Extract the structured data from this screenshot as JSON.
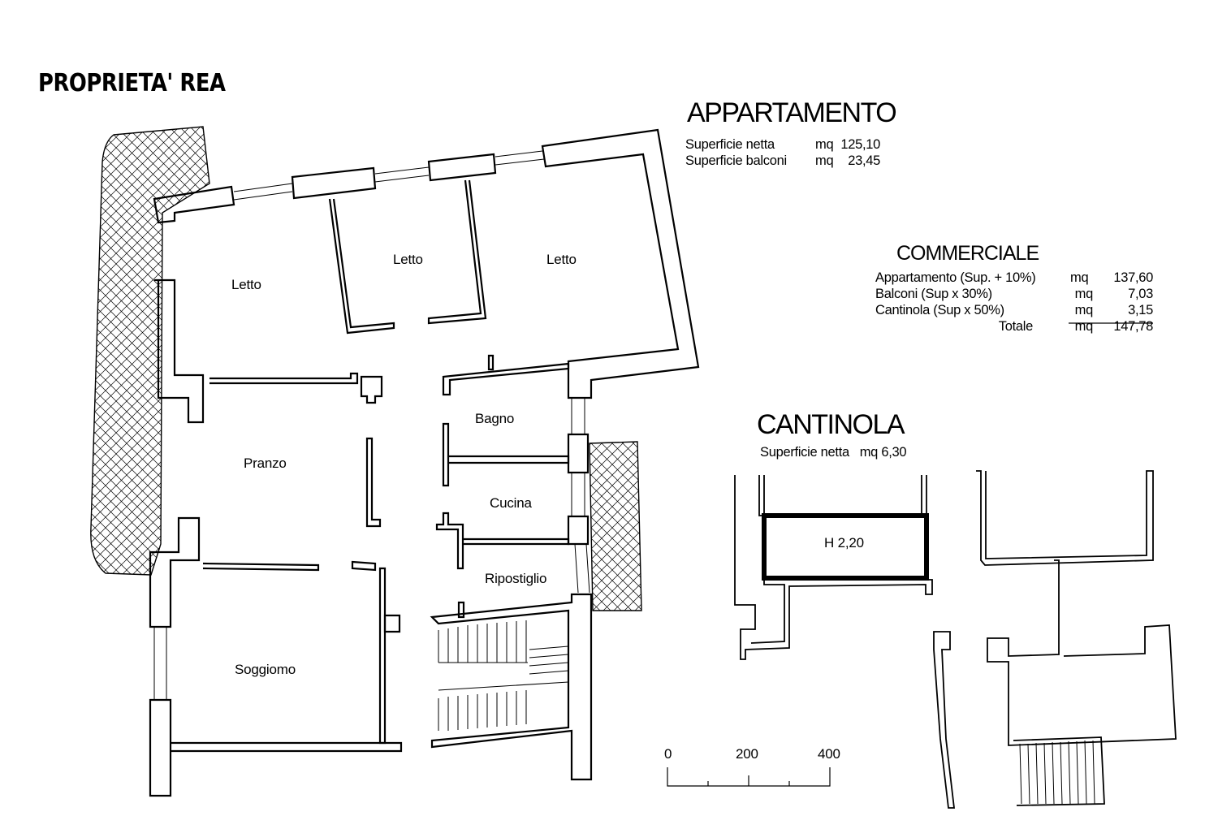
{
  "title": "PROPRIETA' REA",
  "appartamento": {
    "heading": "APPARTAMENTO",
    "rows": [
      {
        "label": "Superficie netta",
        "unit": "mq",
        "value": "125,10"
      },
      {
        "label": "Superficie balconi",
        "unit": "mq",
        "value": "23,45"
      }
    ]
  },
  "commerciale": {
    "heading": "COMMERCIALE",
    "rows": [
      {
        "label": "Appartamento (Sup. + 10%)",
        "unit": "mq",
        "value": "137,60"
      },
      {
        "label": "Balconi (Sup x 30%)",
        "unit": "mq",
        "value": "7,03"
      },
      {
        "label": "Cantinola (Sup x 50%)",
        "unit": "mq",
        "value": "3,15"
      }
    ],
    "total": {
      "label": "Totale",
      "unit": "mq",
      "value": "147,78"
    }
  },
  "cantinola": {
    "heading": "CANTINOLA",
    "row": {
      "label": "Superficie netta",
      "unit": "mq",
      "value": "6,30"
    },
    "height_label": "H 2,20"
  },
  "rooms": {
    "letto_1": "Letto",
    "letto_2": "Letto",
    "letto_3": "Letto",
    "pranzo": "Pranzo",
    "bagno": "Bagno",
    "cucina": "Cucina",
    "ripostiglio": "Ripostiglio",
    "soggiorno": "Soggiomo"
  },
  "scale_bar": {
    "ticks": [
      "0",
      "200",
      "400"
    ]
  }
}
